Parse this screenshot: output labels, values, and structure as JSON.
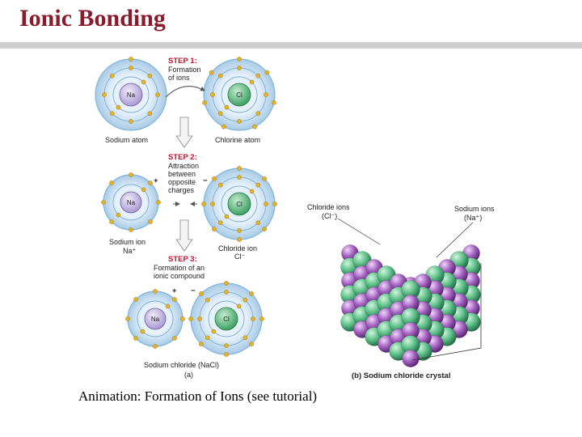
{
  "slide": {
    "title": "Ionic Bonding",
    "caption": "Animation: Formation of Ions (see tutorial)"
  },
  "diagram_a": {
    "step1_title": "STEP 1:",
    "step1_text": [
      "Formation",
      "of ions"
    ],
    "step2_title": "STEP 2:",
    "step2_text": [
      "Attraction",
      "between",
      "opposite",
      "charges"
    ],
    "step3_title": "STEP 3:",
    "step3_text": [
      "Formation of an",
      "ionic compound"
    ],
    "sodium_symbol": "Na",
    "chlorine_symbol": "Cl",
    "sodium_atom_label": "Sodium atom",
    "chlorine_atom_label": "Chlorine atom",
    "sodium_ion_label": [
      "Sodium ion",
      "Na⁺"
    ],
    "chloride_ion_label": [
      "Chloride ion",
      "Cl⁻"
    ],
    "plus_sign": "+",
    "minus_sign": "−",
    "compound_label": "Sodium chloride (NaCl)",
    "panel_label": "(a)"
  },
  "diagram_b": {
    "chloride_ions_label": [
      "Chloride ions",
      "(Cl⁻)"
    ],
    "sodium_ions_label": [
      "Sodium ions",
      "(Na⁺)"
    ],
    "panel_label": "(b) Sodium chloride crystal"
  },
  "colors": {
    "title": "#8b1a2b",
    "na_core": "#b7a7d8",
    "cl_core": "#4cae6a",
    "electron": "#e7b321",
    "shell": "#7fb4dc",
    "step_label": "#c8102e",
    "chloride_sphere": "#5dbf87",
    "sodium_sphere": "#a35fc0"
  }
}
